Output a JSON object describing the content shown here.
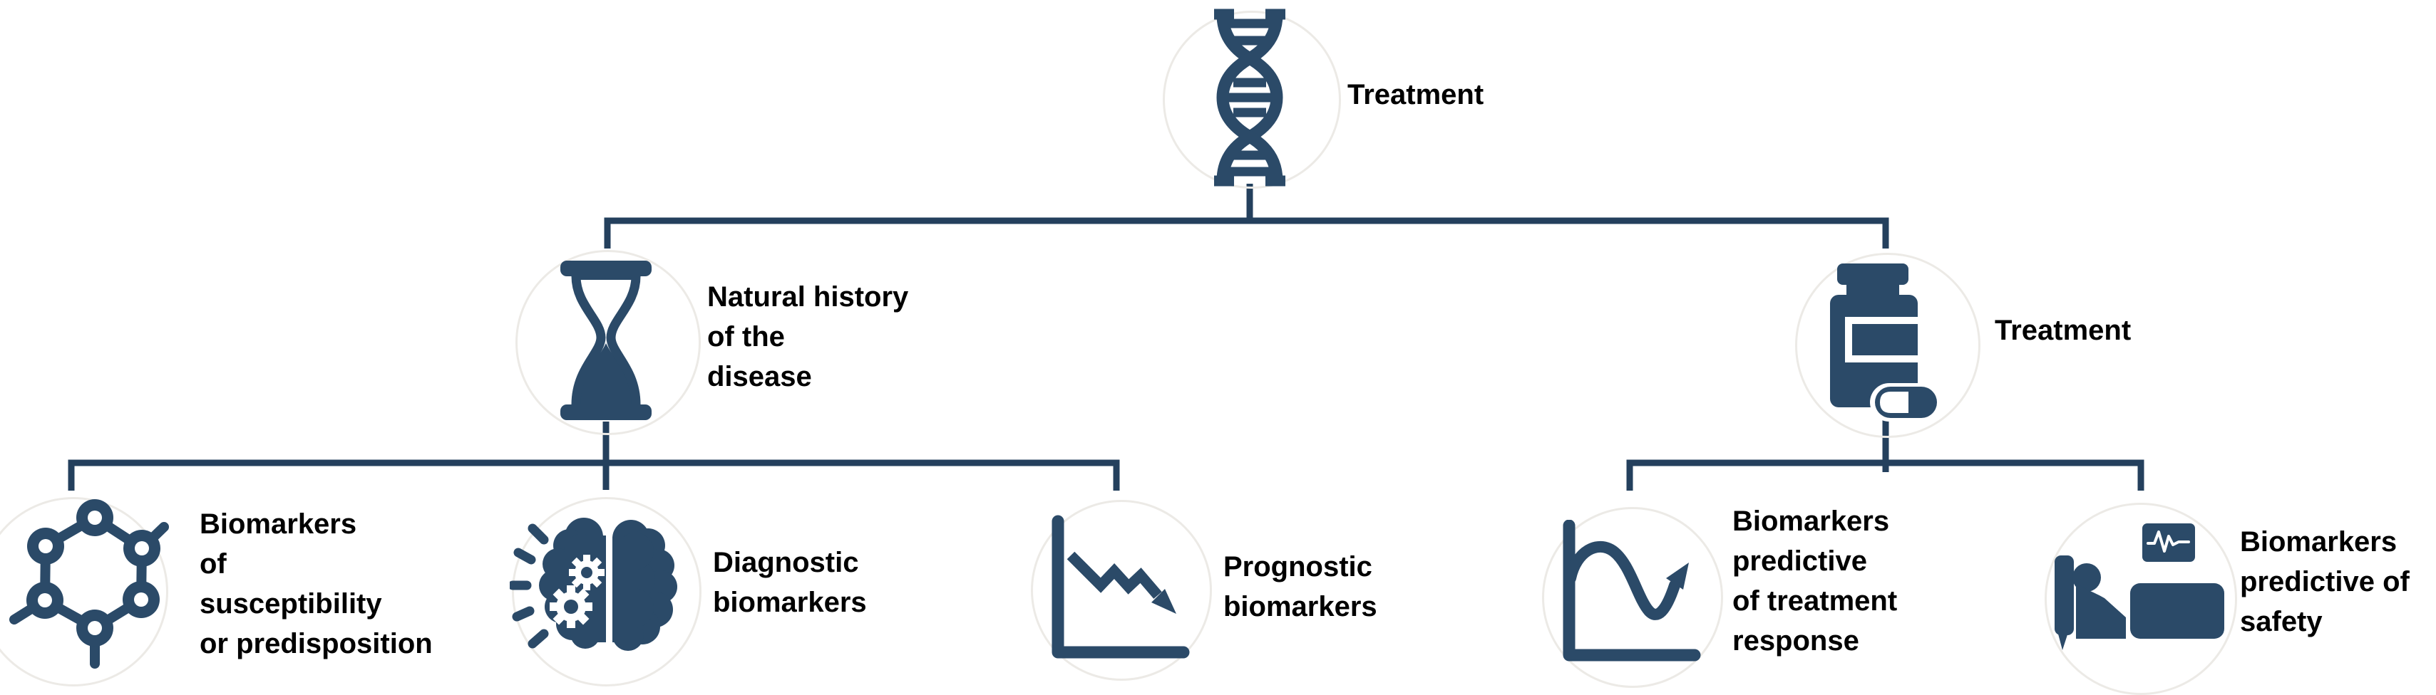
{
  "theme": {
    "accent": "#2b4a68",
    "line": "#24405d",
    "text": "#000000",
    "ring": "#eceae6"
  },
  "diagram": {
    "title": "Biomarker classification tree",
    "root": {
      "label": "Treatment",
      "icon": "dna-icon"
    },
    "branches": [
      {
        "label": "Natural history\nof the\ndisease",
        "icon": "hourglass-icon",
        "children": [
          {
            "label": "Biomarkers\nof\nsusceptibility\nor predisposition",
            "icon": "molecule-icon"
          },
          {
            "label": "Diagnostic\nbiomarkers",
            "icon": "brain-gears-icon"
          },
          {
            "label": "Prognostic\nbiomarkers",
            "icon": "declining-chart-icon"
          }
        ]
      },
      {
        "label": "Treatment",
        "icon": "pill-bottle-icon",
        "children": [
          {
            "label": "Biomarkers\npredictive\nof treatment\nresponse",
            "icon": "wave-chart-icon"
          },
          {
            "label": "Biomarkers\npredictive of\nsafety",
            "icon": "patient-bed-icon"
          }
        ]
      }
    ]
  }
}
